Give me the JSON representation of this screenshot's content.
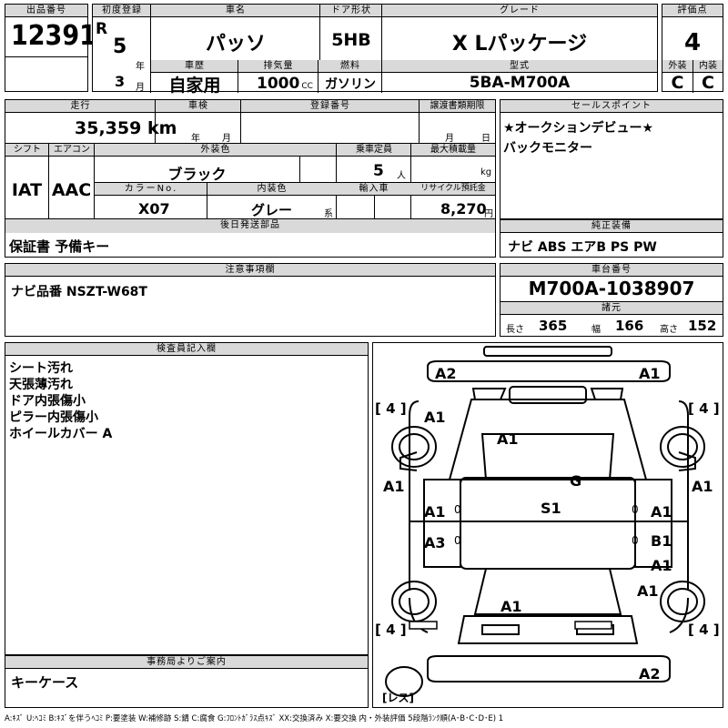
{
  "labels": {
    "lot_no": "出品番号",
    "first_reg": "初度登録",
    "model_name": "車名",
    "door": "ドア形状",
    "grade": "グレード",
    "score": "評価点",
    "history": "車歴",
    "displacement": "排気量",
    "fuel": "燃料",
    "model_code": "型式",
    "exterior": "外装",
    "interior": "内装",
    "mileage": "走行",
    "inspection": "車検",
    "plate": "登録番号",
    "transfer_docs": "譲渡書類期限",
    "sales_point": "セールスポイント",
    "shift": "シフト",
    "aircon": "エアコン",
    "ext_color": "外装色",
    "capacity": "乗車定員",
    "max_load": "最大積載量",
    "color_no": "カラーNo.",
    "int_color": "内装色",
    "import": "輸入車",
    "recycle": "リサイクル預託金",
    "later_parts": "後日発送部品",
    "standard_equipment": "純正装備",
    "notes": "注意事項欄",
    "chassis": "車台番号",
    "dimensions": "諸元",
    "inspector": "検査員記入欄",
    "office": "事務局よりご案内"
  },
  "lot_no": "12391",
  "era": "R",
  "reg_year": "5",
  "reg_year_unit": "年",
  "reg_month": "3",
  "reg_month_unit": "月",
  "model": "パッソ",
  "door": "5HB",
  "grade": "X Lパッケージ",
  "score": "4",
  "history": "自家用",
  "displacement": "1000",
  "displacement_unit": "CC",
  "fuel": "ガソリン",
  "model_code": "5BA-M700A",
  "ext_score": "C",
  "int_score": "C",
  "mileage": "35,359",
  "mileage_unit": "km",
  "inspection_year_unit": "年",
  "inspection_month_unit": "月",
  "transfer_month_unit": "月",
  "transfer_day_unit": "日",
  "sales_points": [
    "★オークションデビュー★",
    "バックモニター"
  ],
  "shift": "IAT",
  "aircon": "AAC",
  "ext_color": "ブラック",
  "capacity": "5",
  "capacity_unit": "人",
  "max_load_unit": "kg",
  "color_no": "X07",
  "int_color": "グレー",
  "int_color_unit": "系",
  "recycle": "8,270",
  "recycle_unit": "円",
  "later_parts": "保証書 予備キー",
  "equipment": "ナビ ABS エアB PS PW",
  "notes": "ナビ品番 NSZT-W68T",
  "chassis_no": "M700A-1038907",
  "dims": {
    "length_label": "長さ",
    "length": "365",
    "width_label": "幅",
    "width": "166",
    "height_label": "高さ",
    "height": "152"
  },
  "inspector_notes": [
    "シート汚れ",
    "天張薄汚れ",
    "ドア内張傷小",
    "ピラー内張傷小",
    "ホイールカバー A"
  ],
  "office_notes": "キーケース",
  "diagram": {
    "damage_marks": [
      "A2",
      "A1",
      "A1",
      "A1",
      "G",
      "A1",
      "A1",
      "S1",
      "A1",
      "A1",
      "A3",
      "B1",
      "A1",
      "A1",
      "A1",
      "A2"
    ],
    "tire_marks": [
      "[ 4 ]",
      "[ 4 ]",
      "[ 4 ]",
      "[ 4 ]"
    ],
    "spare": "[レス]",
    "zero_marks": [
      "0",
      "0",
      "0",
      "0"
    ]
  },
  "legend": "A:ｷｽﾞ U:ﾍｺﾐ B:ｷｽﾞを伴うﾍｺﾐ P:要塗装 W:補修跡 S:錆 C:腐食 G:ﾌﾛﾝﾄｶﾞﾗｽ点ｷｽﾞ XX:交換済み X:要交換 内・外装評価 5段階ﾗﾝｸ順(A･B･C･D･E) 1"
}
